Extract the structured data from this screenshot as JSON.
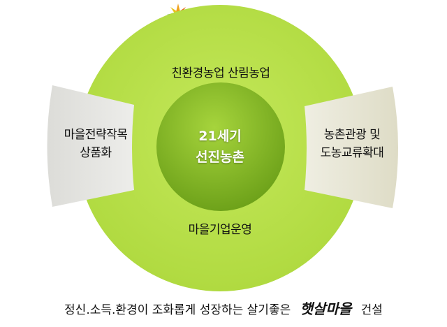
{
  "logo": {
    "brand": "햇살마을",
    "subtitle": "SUN LIGHT AGRICULTURAL VILLAGE",
    "icon": "sun-icon"
  },
  "diagram": {
    "center": {
      "line1": "21세기",
      "line2": "선진농촌"
    },
    "top": "친환경농업 산림농업",
    "bottom": "마을기업운영",
    "left": {
      "line1": "마을전략작목",
      "line2": "상품화"
    },
    "right": {
      "line1": "농촌관광 및",
      "line2": "도농교류확대"
    }
  },
  "footer": {
    "text": "정신.소득.환경이 조화롭게 성장하는 살기좋은",
    "brand": "햇살마을",
    "suffix": "건설"
  },
  "colors": {
    "outer_circle": "#b8e04a",
    "inner_circle": "#8ac02c",
    "left_wedge": "#e6e6e2",
    "right_wedge": "#e8e6d6"
  }
}
